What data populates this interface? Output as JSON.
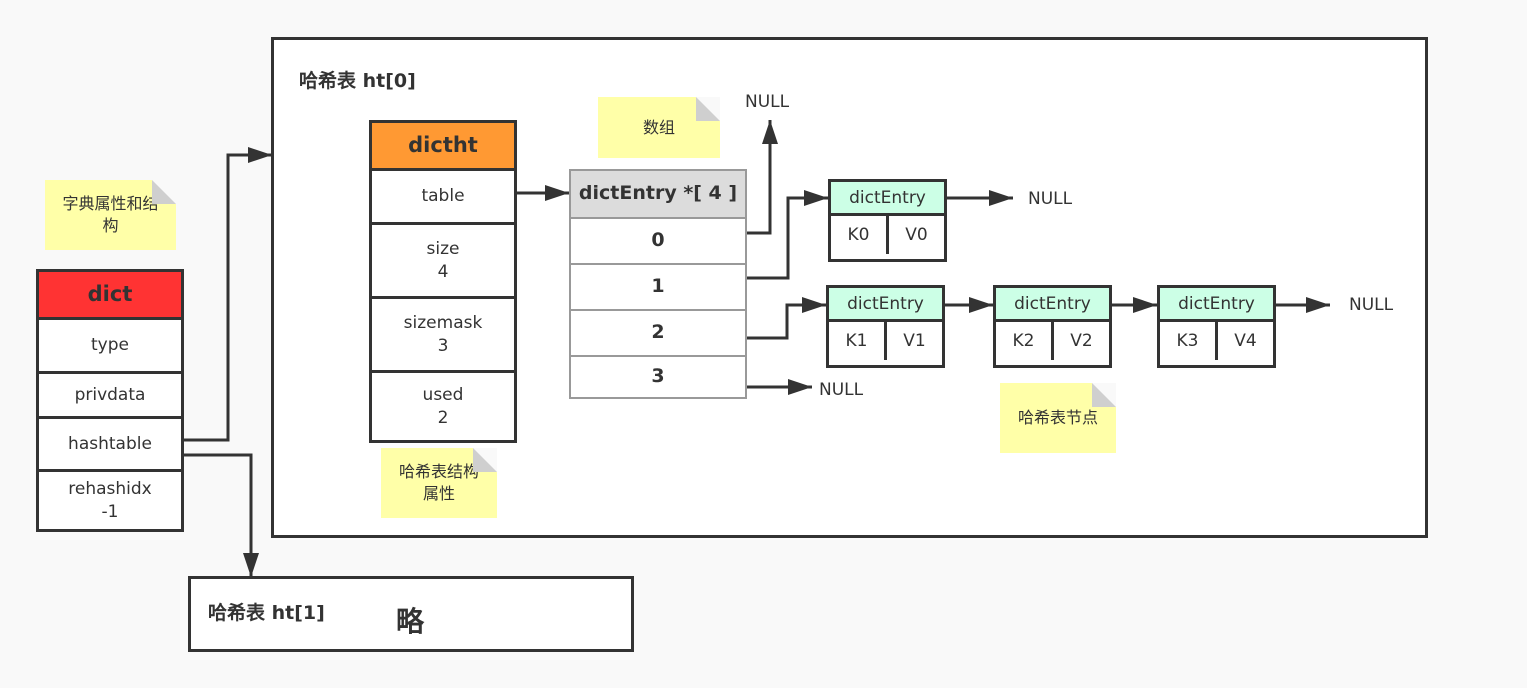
{
  "ht0": {
    "title": "哈希表 ht[0]"
  },
  "ht1": {
    "title": "哈希表 ht[1]",
    "body": "略"
  },
  "notes": {
    "dict": "字典属性和结构",
    "dictht": "哈希表结构属性",
    "array": "数组",
    "node": "哈希表节点"
  },
  "dict": {
    "header": "dict",
    "color": "#ff3333",
    "fields": [
      "type",
      "privdata",
      "hashtable",
      "rehashidx\n-1"
    ]
  },
  "dictht": {
    "header": "dictht",
    "color": "#ff9933",
    "fields": [
      "table",
      "size\n4",
      "sizemask\n3",
      "used\n2"
    ]
  },
  "array": {
    "header": "dictEntry *[ 4 ]",
    "slots": [
      "0",
      "1",
      "2",
      "3"
    ]
  },
  "entries": [
    {
      "label": "dictEntry",
      "key": "K0",
      "value": "V0"
    },
    {
      "label": "dictEntry",
      "key": "K1",
      "value": "V1"
    },
    {
      "label": "dictEntry",
      "key": "K2",
      "value": "V2"
    },
    {
      "label": "dictEntry",
      "key": "K3",
      "value": "V4"
    }
  ],
  "null_label": "NULL",
  "entry_color": "#ccffe6",
  "note_color": "#ffffa8"
}
